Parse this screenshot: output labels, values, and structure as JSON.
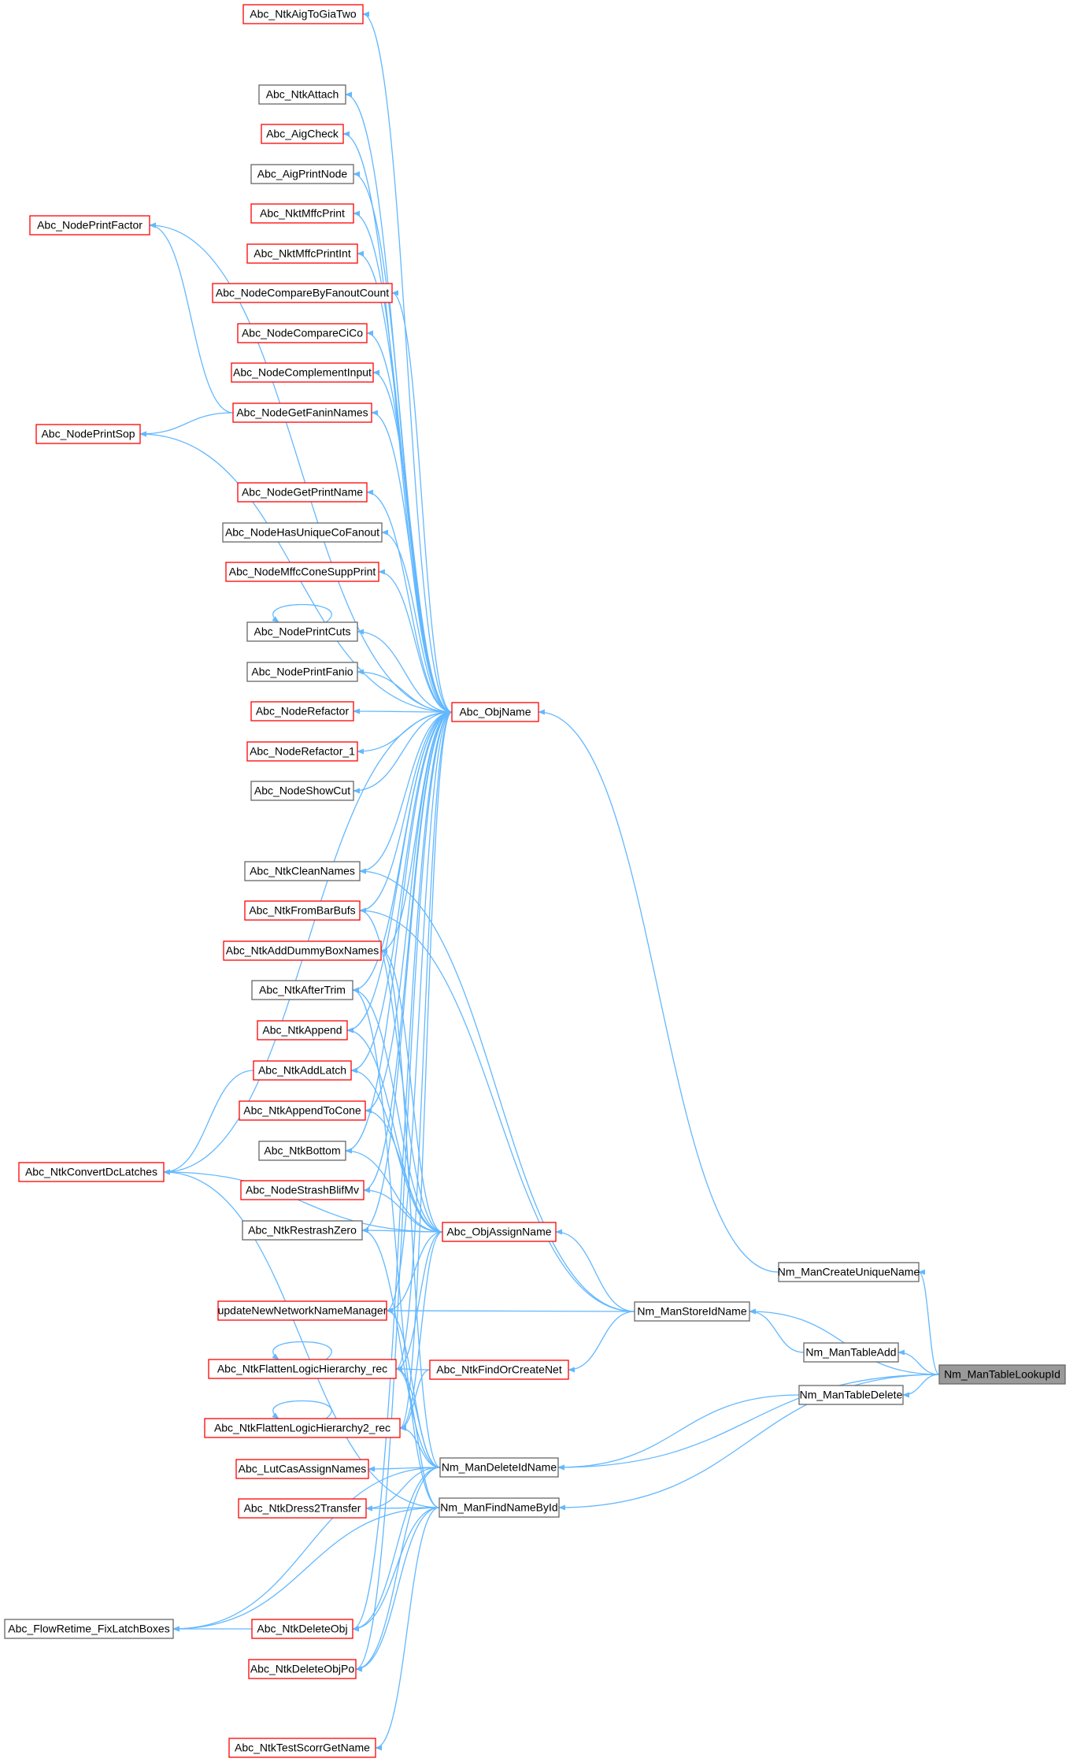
{
  "graph": {
    "edge_color": "#63b8ff",
    "red_border_color": "#ff0000",
    "grey_border_color": "#666666",
    "focus_fill_color": "#999999",
    "nodes": {
      "Abc_NtkAigToGiaTwo": {
        "label": "Abc_NtkAigToGiaTwo",
        "style": "red"
      },
      "Abc_NtkAttach": {
        "label": "Abc_NtkAttach",
        "style": "grey"
      },
      "Abc_AigCheck": {
        "label": "Abc_AigCheck",
        "style": "red"
      },
      "Abc_AigPrintNode": {
        "label": "Abc_AigPrintNode",
        "style": "grey"
      },
      "Abc_NktMffcPrint": {
        "label": "Abc_NktMffcPrint",
        "style": "red"
      },
      "Abc_NktMffcPrintInt": {
        "label": "Abc_NktMffcPrintInt",
        "style": "red"
      },
      "Abc_NodeCompareByFanoutCount": {
        "label": "Abc_NodeCompareByFanoutCount",
        "style": "red"
      },
      "Abc_NodeCompareCiCo": {
        "label": "Abc_NodeCompareCiCo",
        "style": "red"
      },
      "Abc_NodeComplementInput": {
        "label": "Abc_NodeComplementInput",
        "style": "red"
      },
      "Abc_NodeGetFaninNames": {
        "label": "Abc_NodeGetFaninNames",
        "style": "red"
      },
      "Abc_NodeGetPrintName": {
        "label": "Abc_NodeGetPrintName",
        "style": "red"
      },
      "Abc_NodeHasUniqueCoFanout": {
        "label": "Abc_NodeHasUniqueCoFanout",
        "style": "grey"
      },
      "Abc_NodeMffcConeSuppPrint": {
        "label": "Abc_NodeMffcConeSuppPrint",
        "style": "red"
      },
      "Abc_NodePrintCuts": {
        "label": "Abc_NodePrintCuts",
        "style": "grey"
      },
      "Abc_NodePrintFanio": {
        "label": "Abc_NodePrintFanio",
        "style": "grey"
      },
      "Abc_NodeRefactor": {
        "label": "Abc_NodeRefactor",
        "style": "red"
      },
      "Abc_NodeRefactor_1": {
        "label": "Abc_NodeRefactor_1",
        "style": "red"
      },
      "Abc_NodeShowCut": {
        "label": "Abc_NodeShowCut",
        "style": "grey"
      },
      "Abc_NtkCleanNames": {
        "label": "Abc_NtkCleanNames",
        "style": "grey"
      },
      "Abc_NtkFromBarBufs": {
        "label": "Abc_NtkFromBarBufs",
        "style": "red"
      },
      "Abc_NtkAddDummyBoxNames": {
        "label": "Abc_NtkAddDummyBoxNames",
        "style": "red"
      },
      "Abc_NtkAfterTrim": {
        "label": "Abc_NtkAfterTrim",
        "style": "grey"
      },
      "Abc_NtkAppend": {
        "label": "Abc_NtkAppend",
        "style": "red"
      },
      "Abc_NtkAddLatch": {
        "label": "Abc_NtkAddLatch",
        "style": "red"
      },
      "Abc_NtkAppendToCone": {
        "label": "Abc_NtkAppendToCone",
        "style": "red"
      },
      "Abc_NtkBottom": {
        "label": "Abc_NtkBottom",
        "style": "grey"
      },
      "Abc_NodeStrashBlifMv": {
        "label": "Abc_NodeStrashBlifMv",
        "style": "red"
      },
      "Abc_NtkRestrashZero": {
        "label": "Abc_NtkRestrashZero",
        "style": "grey"
      },
      "updateNewNetworkNameManager": {
        "label": "updateNewNetworkNameManager",
        "style": "red"
      },
      "Abc_NtkFlattenLogicHierarchy_rec": {
        "label": "Abc_NtkFlattenLogicHierarchy_rec",
        "style": "red"
      },
      "Abc_NtkFlattenLogicHierarchy2_rec": {
        "label": "Abc_NtkFlattenLogicHierarchy2_rec",
        "style": "red"
      },
      "Abc_LutCasAssignNames": {
        "label": "Abc_LutCasAssignNames",
        "style": "red"
      },
      "Abc_NtkDress2Transfer": {
        "label": "Abc_NtkDress2Transfer",
        "style": "red"
      },
      "Abc_NtkDeleteObj": {
        "label": "Abc_NtkDeleteObj",
        "style": "red"
      },
      "Abc_NtkDeleteObjPo": {
        "label": "Abc_NtkDeleteObjPo",
        "style": "red"
      },
      "Abc_NtkTestScorrGetName": {
        "label": "Abc_NtkTestScorrGetName",
        "style": "red"
      },
      "Abc_NodePrintFactor": {
        "label": "Abc_NodePrintFactor",
        "style": "red"
      },
      "Abc_NodePrintSop": {
        "label": "Abc_NodePrintSop",
        "style": "red"
      },
      "Abc_NtkConvertDcLatches": {
        "label": "Abc_NtkConvertDcLatches",
        "style": "red"
      },
      "Abc_FlowRetime_FixLatchBoxes": {
        "label": "Abc_FlowRetime_FixLatchBoxes",
        "style": "grey"
      },
      "Abc_ObjName": {
        "label": "Abc_ObjName",
        "style": "red"
      },
      "Abc_ObjAssignName": {
        "label": "Abc_ObjAssignName",
        "style": "red"
      },
      "Abc_NtkFindOrCreateNet": {
        "label": "Abc_NtkFindOrCreateNet",
        "style": "red"
      },
      "Nm_ManDeleteIdName": {
        "label": "Nm_ManDeleteIdName",
        "style": "grey"
      },
      "Nm_ManFindNameById": {
        "label": "Nm_ManFindNameById",
        "style": "grey"
      },
      "Nm_ManStoreIdName": {
        "label": "Nm_ManStoreIdName",
        "style": "grey"
      },
      "Nm_ManCreateUniqueName": {
        "label": "Nm_ManCreateUniqueName",
        "style": "grey"
      },
      "Nm_ManTableAdd": {
        "label": "Nm_ManTableAdd",
        "style": "grey"
      },
      "Nm_ManTableDelete": {
        "label": "Nm_ManTableDelete",
        "style": "grey"
      },
      "Nm_ManTableLookupId": {
        "label": "Nm_ManTableLookupId",
        "style": "focus"
      }
    },
    "edges": [
      [
        "Abc_NtkAigToGiaTwo",
        "Abc_ObjName"
      ],
      [
        "Abc_NtkAttach",
        "Abc_ObjName"
      ],
      [
        "Abc_AigCheck",
        "Abc_ObjName"
      ],
      [
        "Abc_AigPrintNode",
        "Abc_ObjName"
      ],
      [
        "Abc_NktMffcPrint",
        "Abc_ObjName"
      ],
      [
        "Abc_NktMffcPrintInt",
        "Abc_ObjName"
      ],
      [
        "Abc_NodeCompareByFanoutCount",
        "Abc_ObjName"
      ],
      [
        "Abc_NodeCompareCiCo",
        "Abc_ObjName"
      ],
      [
        "Abc_NodeComplementInput",
        "Abc_ObjName"
      ],
      [
        "Abc_NodeGetFaninNames",
        "Abc_ObjName"
      ],
      [
        "Abc_NodeGetPrintName",
        "Abc_ObjName"
      ],
      [
        "Abc_NodeHasUniqueCoFanout",
        "Abc_ObjName"
      ],
      [
        "Abc_NodeMffcConeSuppPrint",
        "Abc_ObjName"
      ],
      [
        "Abc_NodePrintCuts",
        "Abc_ObjName"
      ],
      [
        "Abc_NodePrintFanio",
        "Abc_ObjName"
      ],
      [
        "Abc_NodeRefactor",
        "Abc_ObjName"
      ],
      [
        "Abc_NodeRefactor_1",
        "Abc_ObjName"
      ],
      [
        "Abc_NodeShowCut",
        "Abc_ObjName"
      ],
      [
        "Abc_NtkCleanNames",
        "Abc_ObjName"
      ],
      [
        "Abc_NtkFromBarBufs",
        "Abc_ObjName"
      ],
      [
        "Abc_NtkAddDummyBoxNames",
        "Abc_ObjName"
      ],
      [
        "Abc_NtkAfterTrim",
        "Abc_ObjName"
      ],
      [
        "Abc_NtkAppend",
        "Abc_ObjName"
      ],
      [
        "Abc_NtkAddLatch",
        "Abc_ObjName"
      ],
      [
        "Abc_NtkAppendToCone",
        "Abc_ObjName"
      ],
      [
        "Abc_NtkBottom",
        "Abc_ObjName"
      ],
      [
        "Abc_NodeStrashBlifMv",
        "Abc_ObjName"
      ],
      [
        "Abc_NtkRestrashZero",
        "Abc_ObjName"
      ],
      [
        "updateNewNetworkNameManager",
        "Abc_ObjName"
      ],
      [
        "Abc_NtkFlattenLogicHierarchy_rec",
        "Abc_ObjName"
      ],
      [
        "Abc_NtkFlattenLogicHierarchy2_rec",
        "Abc_ObjName"
      ],
      [
        "Abc_NodePrintFactor",
        "Abc_ObjName"
      ],
      [
        "Abc_NodePrintSop",
        "Abc_ObjName"
      ],
      [
        "Abc_NtkConvertDcLatches",
        "Abc_ObjName"
      ],
      [
        "Abc_NtkDeleteObj",
        "Abc_ObjName"
      ],
      [
        "Abc_NtkDeleteObjPo",
        "Abc_ObjName"
      ],
      [
        "Abc_NodePrintFactor",
        "Abc_NodeGetFaninNames"
      ],
      [
        "Abc_NodePrintSop",
        "Abc_NodeGetFaninNames"
      ],
      [
        "Abc_NtkConvertDcLatches",
        "Abc_NtkAddLatch"
      ],
      [
        "Abc_NodePrintCuts",
        "Abc_NodePrintCuts"
      ],
      [
        "Abc_NtkFlattenLogicHierarchy_rec",
        "Abc_NtkFlattenLogicHierarchy_rec"
      ],
      [
        "Abc_NtkFlattenLogicHierarchy2_rec",
        "Abc_NtkFlattenLogicHierarchy2_rec"
      ],
      [
        "Abc_FlowRetime_FixLatchBoxes",
        "Abc_NtkDeleteObj"
      ],
      [
        "Abc_NtkFromBarBufs",
        "Abc_ObjAssignName"
      ],
      [
        "Abc_NtkAddDummyBoxNames",
        "Abc_ObjAssignName"
      ],
      [
        "Abc_NtkAfterTrim",
        "Abc_ObjAssignName"
      ],
      [
        "Abc_NtkAppend",
        "Abc_ObjAssignName"
      ],
      [
        "Abc_NtkAddLatch",
        "Abc_ObjAssignName"
      ],
      [
        "Abc_NtkAppendToCone",
        "Abc_ObjAssignName"
      ],
      [
        "Abc_NtkBottom",
        "Abc_ObjAssignName"
      ],
      [
        "Abc_NodeStrashBlifMv",
        "Abc_ObjAssignName"
      ],
      [
        "Abc_NtkRestrashZero",
        "Abc_ObjAssignName"
      ],
      [
        "updateNewNetworkNameManager",
        "Abc_ObjAssignName"
      ],
      [
        "Abc_NtkFlattenLogicHierarchy_rec",
        "Abc_ObjAssignName"
      ],
      [
        "Abc_NtkFlattenLogicHierarchy2_rec",
        "Abc_ObjAssignName"
      ],
      [
        "Abc_NtkConvertDcLatches",
        "Abc_ObjAssignName"
      ],
      [
        "Abc_NtkFlattenLogicHierarchy_rec",
        "Abc_NtkFindOrCreateNet"
      ],
      [
        "Abc_NtkFlattenLogicHierarchy2_rec",
        "Abc_NtkFindOrCreateNet"
      ],
      [
        "Abc_NtkCleanNames",
        "Nm_ManStoreIdName"
      ],
      [
        "Abc_NtkFromBarBufs",
        "Nm_ManStoreIdName"
      ],
      [
        "updateNewNetworkNameManager",
        "Nm_ManStoreIdName"
      ],
      [
        "Abc_ObjAssignName",
        "Nm_ManStoreIdName"
      ],
      [
        "Abc_NtkFindOrCreateNet",
        "Nm_ManStoreIdName"
      ],
      [
        "Abc_NtkAddDummyBoxNames",
        "Nm_ManDeleteIdName"
      ],
      [
        "Abc_NtkRestrashZero",
        "Nm_ManDeleteIdName"
      ],
      [
        "updateNewNetworkNameManager",
        "Nm_ManDeleteIdName"
      ],
      [
        "Abc_NtkFlattenLogicHierarchy_rec",
        "Nm_ManDeleteIdName"
      ],
      [
        "Abc_NtkFlattenLogicHierarchy2_rec",
        "Nm_ManDeleteIdName"
      ],
      [
        "Abc_LutCasAssignNames",
        "Nm_ManDeleteIdName"
      ],
      [
        "Abc_NtkDress2Transfer",
        "Nm_ManDeleteIdName"
      ],
      [
        "Abc_NtkDeleteObj",
        "Nm_ManDeleteIdName"
      ],
      [
        "Abc_NtkDeleteObjPo",
        "Nm_ManDeleteIdName"
      ],
      [
        "Abc_FlowRetime_FixLatchBoxes",
        "Nm_ManDeleteIdName"
      ],
      [
        "Abc_NtkAfterTrim",
        "Nm_ManFindNameById"
      ],
      [
        "Abc_NtkFlattenLogicHierarchy_rec",
        "Nm_ManFindNameById"
      ],
      [
        "Abc_NtkDress2Transfer",
        "Nm_ManFindNameById"
      ],
      [
        "Abc_NtkDeleteObj",
        "Nm_ManFindNameById"
      ],
      [
        "Abc_NtkDeleteObjPo",
        "Nm_ManFindNameById"
      ],
      [
        "Abc_NtkTestScorrGetName",
        "Nm_ManFindNameById"
      ],
      [
        "Abc_FlowRetime_FixLatchBoxes",
        "Nm_ManFindNameById"
      ],
      [
        "Abc_NtkConvertDcLatches",
        "Nm_ManFindNameById"
      ],
      [
        "Abc_ObjName",
        "Nm_ManCreateUniqueName"
      ],
      [
        "Nm_ManStoreIdName",
        "Nm_ManTableAdd"
      ],
      [
        "Nm_ManDeleteIdName",
        "Nm_ManTableDelete"
      ],
      [
        "Nm_ManCreateUniqueName",
        "Nm_ManTableLookupId"
      ],
      [
        "Nm_ManStoreIdName",
        "Nm_ManTableLookupId"
      ],
      [
        "Nm_ManTableAdd",
        "Nm_ManTableLookupId"
      ],
      [
        "Nm_ManTableDelete",
        "Nm_ManTableLookupId"
      ],
      [
        "Nm_ManDeleteIdName",
        "Nm_ManTableLookupId"
      ],
      [
        "Nm_ManFindNameById",
        "Nm_ManTableLookupId"
      ]
    ]
  }
}
